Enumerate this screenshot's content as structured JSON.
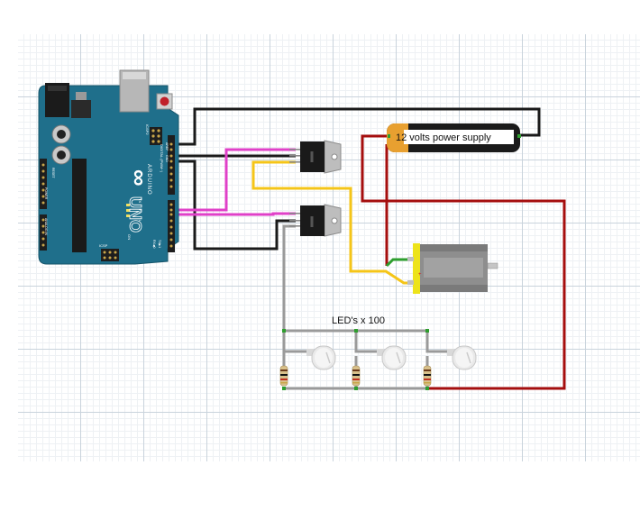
{
  "diagram": {
    "labels": {
      "power_supply": "12 volts power supply",
      "leds": "LED's x 100"
    },
    "board": {
      "model_text": "UNO",
      "brand_text": "ARDUINO",
      "logo_text": "∞",
      "icsp_text": "ICSP",
      "icsp2_text": "ICSP2",
      "tx_text": "TX",
      "rx_text": "RX",
      "l_text": "L",
      "on_text": "ON",
      "aref_text": "AREF",
      "gnd_text": "GND",
      "digital_text": "DIGITAL (PWM~)",
      "power_text": "POWER",
      "analog_text": "ANALOG IN",
      "txd_text": "TX▶1",
      "rxd_text": "RX◀0",
      "reset_text": "RESET"
    },
    "colors": {
      "board": "#1f6f8b",
      "wire_black": "#1a1a1a",
      "wire_magenta": "#e040c8",
      "wire_yellow": "#f5c518",
      "wire_red": "#a50e0e",
      "wire_green": "#2e9e2e",
      "wire_grey": "#9a9a9a",
      "motor_cap": "#ede31a"
    }
  }
}
